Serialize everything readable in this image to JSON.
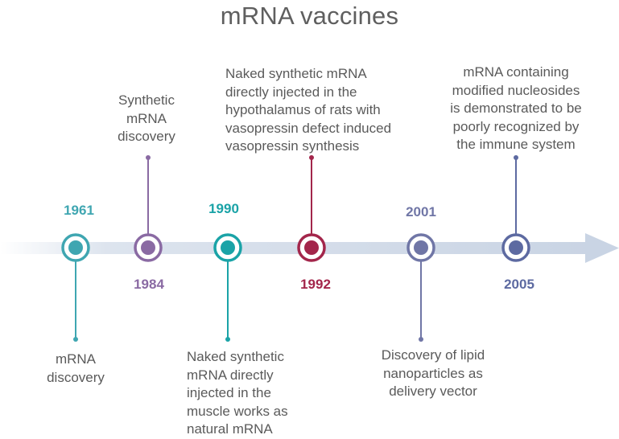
{
  "title": "mRNA vaccines",
  "colors": {
    "teal": "#3fa6b1",
    "purple": "#8a6aa3",
    "crimson": "#a3264b",
    "slate": "#7076a6",
    "indigo": "#5d6aa1",
    "arrow": "#c9d4e4"
  },
  "events": [
    {
      "year": "1961",
      "lines": [
        "mRNA",
        "discovery"
      ]
    },
    {
      "year": "1984",
      "lines": [
        "Synthetic",
        "mRNA",
        "discovery"
      ]
    },
    {
      "year": "1990",
      "lines": [
        "Naked synthetic",
        "mRNA directly",
        "injected in the",
        "muscle works as",
        "natural mRNA"
      ]
    },
    {
      "year": "1992",
      "lines": [
        "Naked synthetic mRNA",
        "directly injected in the",
        "hypothalamus of rats with",
        "vasopressin defect induced",
        "vasopressin synthesis"
      ]
    },
    {
      "year": "2001",
      "lines": [
        "Discovery of lipid",
        "nanoparticles as",
        "delivery vector"
      ]
    },
    {
      "year": "2005",
      "lines": [
        "mRNA containing",
        "modified nucleosides",
        "is demonstrated to be",
        "poorly recognized by",
        "the immune system"
      ]
    }
  ]
}
